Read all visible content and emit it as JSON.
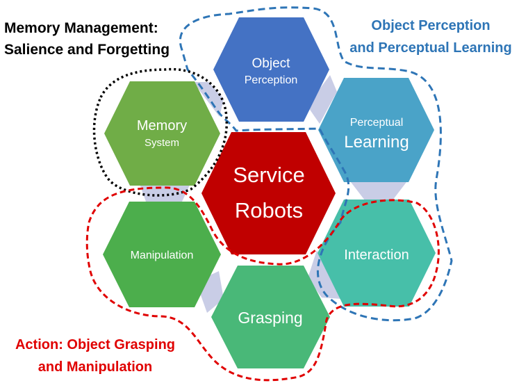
{
  "captions": {
    "memory": [
      "Memory Management:",
      "Salience and Forgetting"
    ],
    "perception": [
      "Object Perception",
      "and Perceptual Learning"
    ],
    "action": [
      "Action: Object Grasping",
      "and Manipulation"
    ]
  },
  "hexagons": {
    "object_perception": [
      "Object",
      "Perception"
    ],
    "perceptual_learning": [
      "Perceptual",
      "Learning"
    ],
    "memory_system": [
      "Memory",
      "System"
    ],
    "service_robots": [
      "Service",
      "Robots"
    ],
    "manipulation": [
      "Manipulation"
    ],
    "interaction": [
      "Interaction"
    ],
    "grasping": [
      "Grasping"
    ]
  },
  "colors": {
    "object_perception": "#4472c4",
    "perceptual_learning": "#4aa3c8",
    "memory_system": "#70ad47",
    "service_robots": "#c00000",
    "manipulation": "#4cae4c",
    "interaction": "#47bfa9",
    "grasping": "#49b878",
    "connector": "#c9cde6",
    "memory_caption": "#000000",
    "perception_caption": "#2e75b6",
    "action_caption": "#e00000"
  }
}
